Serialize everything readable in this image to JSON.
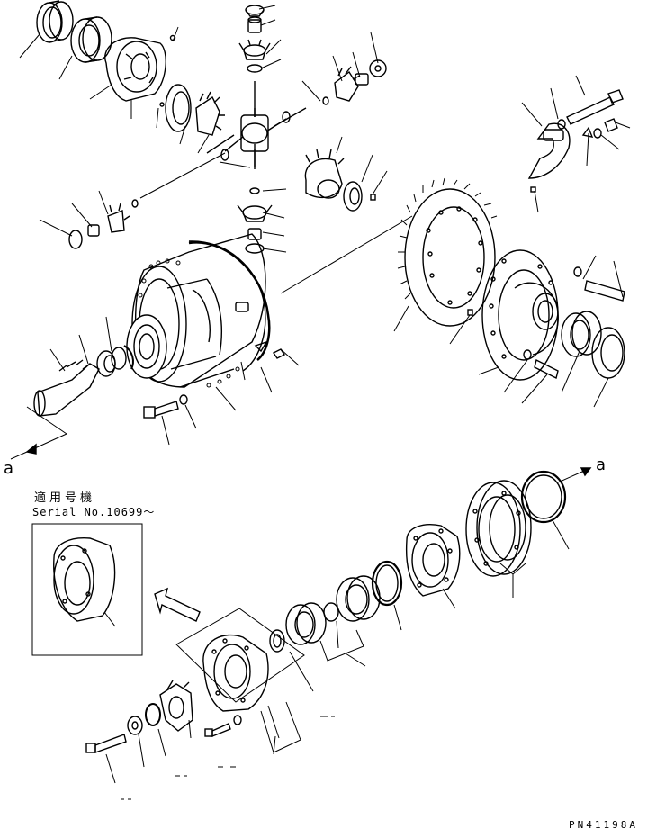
{
  "diagram": {
    "reference_marks": [
      "a",
      "a"
    ],
    "serial_note": {
      "applicable_label": "適用号機",
      "serial_text": "Serial No.10699～"
    },
    "part_number": "PN41198A"
  }
}
